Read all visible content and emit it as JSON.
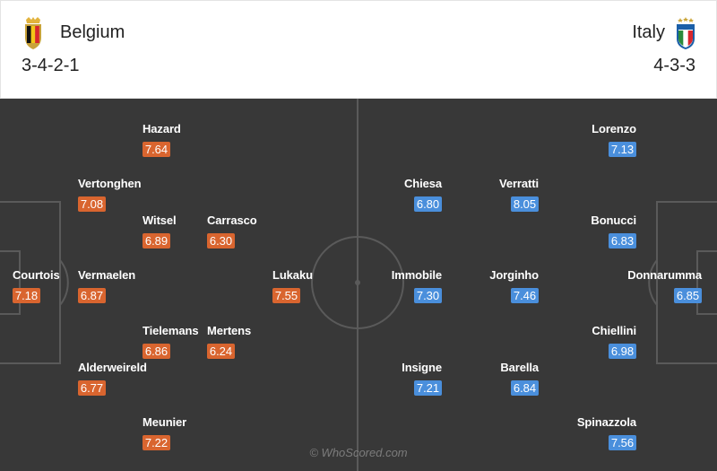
{
  "home": {
    "name": "Belgium",
    "formation": "3-4-2-1",
    "crest": "belgium-crest-icon",
    "color": "#d9652f"
  },
  "away": {
    "name": "Italy",
    "formation": "4-3-3",
    "crest": "italy-crest-icon",
    "color": "#4a8fdc"
  },
  "players": {
    "hazard": {
      "name": "Hazard",
      "rating": "7.64"
    },
    "vertonghen": {
      "name": "Vertonghen",
      "rating": "7.08"
    },
    "witsel": {
      "name": "Witsel",
      "rating": "6.89"
    },
    "carrasco": {
      "name": "Carrasco",
      "rating": "6.30"
    },
    "courtois": {
      "name": "Courtois",
      "rating": "7.18"
    },
    "vermaelen": {
      "name": "Vermaelen",
      "rating": "6.87"
    },
    "lukaku": {
      "name": "Lukaku",
      "rating": "7.55"
    },
    "tielemans": {
      "name": "Tielemans",
      "rating": "6.86"
    },
    "mertens": {
      "name": "Mertens",
      "rating": "6.24"
    },
    "alderweireld": {
      "name": "Alderweireld",
      "rating": "6.77"
    },
    "meunier": {
      "name": "Meunier",
      "rating": "7.22"
    },
    "lorenzo": {
      "name": "Lorenzo",
      "rating": "7.13"
    },
    "chiesa": {
      "name": "Chiesa",
      "rating": "6.80"
    },
    "verratti": {
      "name": "Verratti",
      "rating": "8.05"
    },
    "bonucci": {
      "name": "Bonucci",
      "rating": "6.83"
    },
    "immobile": {
      "name": "Immobile",
      "rating": "7.30"
    },
    "jorginho": {
      "name": "Jorginho",
      "rating": "7.46"
    },
    "donnarumma": {
      "name": "Donnarumma",
      "rating": "6.85"
    },
    "chiellini": {
      "name": "Chiellini",
      "rating": "6.98"
    },
    "insigne": {
      "name": "Insigne",
      "rating": "7.21"
    },
    "barella": {
      "name": "Barella",
      "rating": "6.84"
    },
    "spinazzola": {
      "name": "Spinazzola",
      "rating": "7.56"
    }
  },
  "watermark": "© WhoScored.com"
}
